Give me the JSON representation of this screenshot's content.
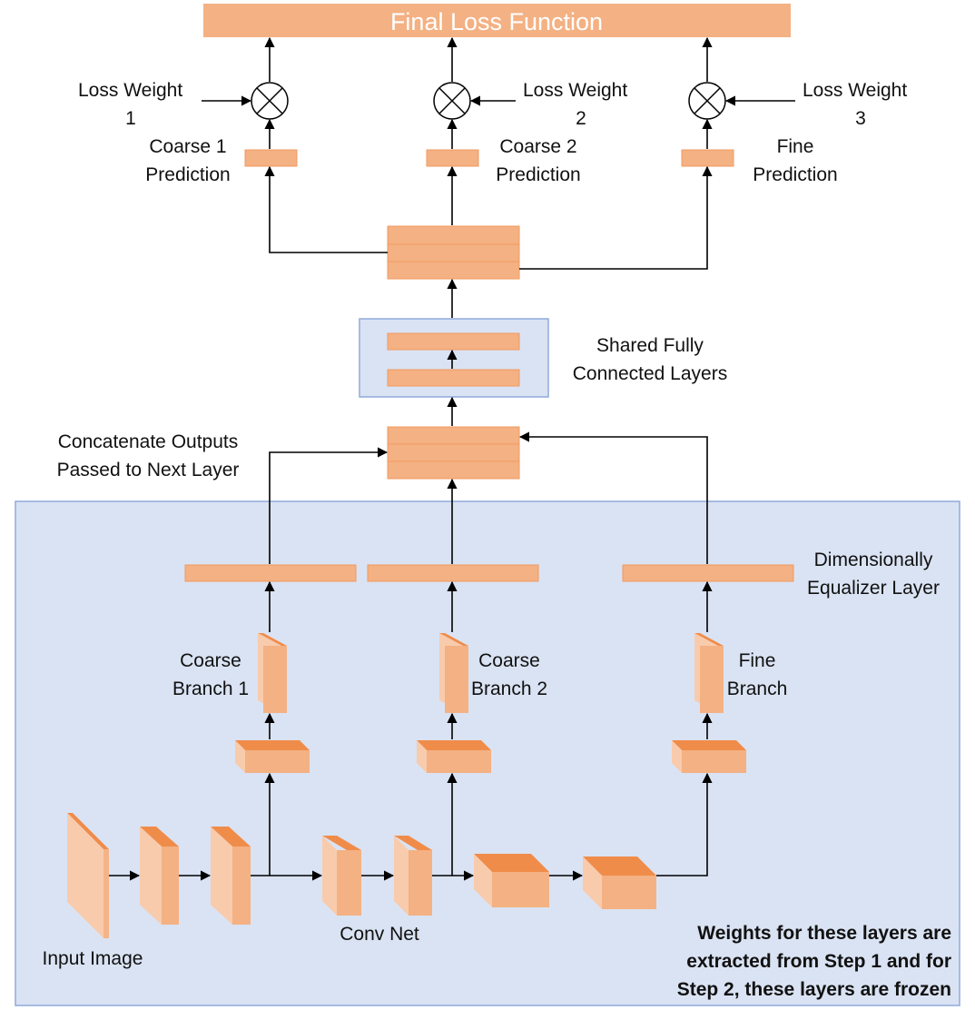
{
  "colors": {
    "orange_light": "#f8cbad",
    "orange_mid": "#f4b183",
    "orange_dark": "#f08c4a",
    "blue_panel": "#dae3f3",
    "blue_border": "#8faadc"
  },
  "title": "Final Loss Function",
  "loss_weights": [
    {
      "line1": "Loss Weight",
      "line2": "1"
    },
    {
      "line1": "Loss Weight",
      "line2": "2"
    },
    {
      "line1": "Loss Weight",
      "line2": "3"
    }
  ],
  "predictions": [
    {
      "line1": "Coarse 1",
      "line2": "Prediction"
    },
    {
      "line1": "Coarse 2",
      "line2": "Prediction"
    },
    {
      "line1": "Fine",
      "line2": "Prediction"
    }
  ],
  "shared_fc": {
    "line1": "Shared Fully",
    "line2": "Connected Layers"
  },
  "concatenate": {
    "line1": "Concatenate Outputs",
    "line2": "Passed to Next Layer"
  },
  "equalizer": {
    "line1": "Dimensionally",
    "line2": "Equalizer Layer"
  },
  "branches": [
    {
      "line1": "Coarse",
      "line2": "Branch 1"
    },
    {
      "line1": "Coarse",
      "line2": "Branch 2"
    },
    {
      "line1": "Fine",
      "line2": "Branch"
    }
  ],
  "input_image": "Input Image",
  "conv_net": "Conv Net",
  "frozen_note": {
    "line1": "Weights for these layers are",
    "line2": "extracted from Step 1 and for",
    "line3": "Step 2, these layers are frozen"
  }
}
